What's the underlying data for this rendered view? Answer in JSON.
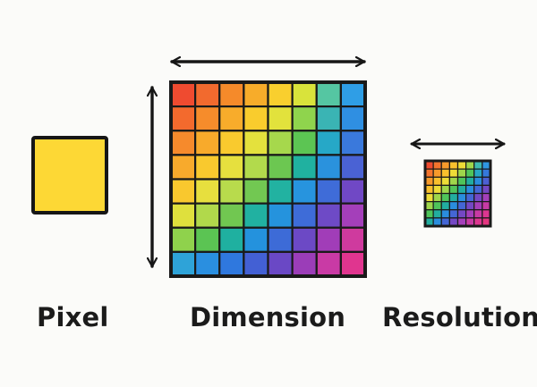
{
  "labels": {
    "pixel": "Pixel",
    "dimension": "Dimension",
    "resolution": "Resolution"
  },
  "colors": {
    "background": "#fbfbf9",
    "outline": "#161616",
    "pixel_fill": "#fdd835",
    "grid_line": "#1a1a1a"
  },
  "large_grid": {
    "rows": 8,
    "cols": 8,
    "cells": [
      [
        "#ef4b30",
        "#f26a2e",
        "#f58a2a",
        "#f7ac2a",
        "#f9cf2e",
        "#d9e33b",
        "#55c6a2",
        "#2f9ee6"
      ],
      [
        "#f36a2d",
        "#f68c2b",
        "#f8ac2b",
        "#f9cc2d",
        "#e2e23c",
        "#8fd44d",
        "#3ab4b4",
        "#2f8fe2"
      ],
      [
        "#f68a2c",
        "#f8aa2b",
        "#f9ca2e",
        "#e4e13d",
        "#a6d84c",
        "#5cc553",
        "#26a8c7",
        "#3a79dc"
      ],
      [
        "#f8aa2c",
        "#f9c92e",
        "#e6e03e",
        "#b2da4c",
        "#6cc751",
        "#20b1a0",
        "#2a92dd",
        "#4a62d4"
      ],
      [
        "#f9c82e",
        "#e7df3e",
        "#b8db4c",
        "#72c852",
        "#22b2a1",
        "#2794de",
        "#3f6cd8",
        "#7048c5"
      ],
      [
        "#dfe03d",
        "#b1d94b",
        "#71c751",
        "#21b1a1",
        "#2593dd",
        "#3e6cd8",
        "#6e4ac6",
        "#a43fba"
      ],
      [
        "#8fd24c",
        "#5bc453",
        "#1fb0a0",
        "#2492dd",
        "#3d6bd7",
        "#6c49c5",
        "#a13db8",
        "#cf3a9e"
      ],
      [
        "#2ea3d8",
        "#2a8fe0",
        "#2f78de",
        "#4360d4",
        "#6a48c5",
        "#9b3db8",
        "#c93aa5",
        "#e0358f"
      ]
    ]
  },
  "small_grid": {
    "rows": 8,
    "cols": 8,
    "cells": [
      [
        "#ef4b30",
        "#f4742d",
        "#f79a2b",
        "#f9c02d",
        "#eedc37",
        "#9fd64b",
        "#3fbab0",
        "#2f96e2"
      ],
      [
        "#f4742d",
        "#f79a2b",
        "#f9c02d",
        "#eedc37",
        "#9fd64b",
        "#4fc45a",
        "#27a6c4",
        "#3578dc"
      ],
      [
        "#f79a2b",
        "#f9c02d",
        "#eedc37",
        "#9fd64b",
        "#4fc45a",
        "#22ad9f",
        "#2a8ddd",
        "#4c60d3"
      ],
      [
        "#f9c02d",
        "#eedc37",
        "#9fd64b",
        "#4fc45a",
        "#22ad9f",
        "#2a8ddd",
        "#4466d5",
        "#7448c4"
      ],
      [
        "#eedc37",
        "#9fd64b",
        "#4fc45a",
        "#22ad9f",
        "#2a8ddd",
        "#4466d5",
        "#7448c4",
        "#a43fba"
      ],
      [
        "#9fd64b",
        "#4fc45a",
        "#22ad9f",
        "#2a8ddd",
        "#4466d5",
        "#7448c4",
        "#a43fba",
        "#c83aa4"
      ],
      [
        "#4fc45a",
        "#22ad9f",
        "#2a8ddd",
        "#4466d5",
        "#7448c4",
        "#a43fba",
        "#c83aa4",
        "#dd3690"
      ],
      [
        "#22ad9f",
        "#2a8ddd",
        "#4466d5",
        "#7448c4",
        "#a43fba",
        "#c83aa4",
        "#dd3690",
        "#e43580"
      ]
    ]
  }
}
